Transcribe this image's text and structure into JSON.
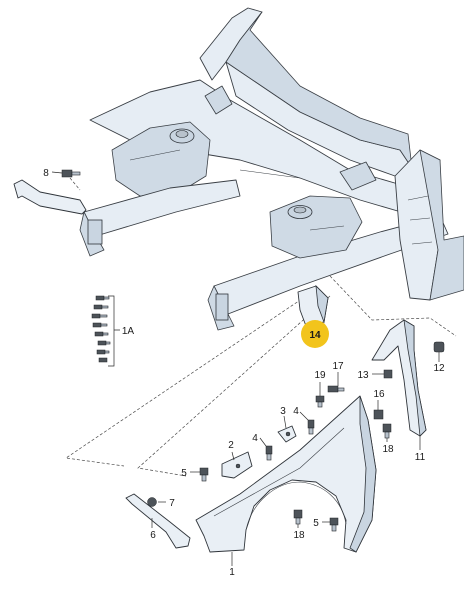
{
  "callouts": {
    "c1": "1",
    "c1a": "1A",
    "c2": "2",
    "c3": "3",
    "c4a": "4",
    "c4b": "4",
    "c5a": "5",
    "c5b": "5",
    "c6": "6",
    "c7": "7",
    "c8": "8",
    "c11": "11",
    "c12": "12",
    "c13": "13",
    "c14": "14",
    "c16": "16",
    "c17": "17",
    "c18a": "18",
    "c18b": "18",
    "c19": "19"
  },
  "colors": {
    "highlight": "#f2c41c",
    "line": "#2b2b2b",
    "panel_fill": "#e6edf4"
  }
}
